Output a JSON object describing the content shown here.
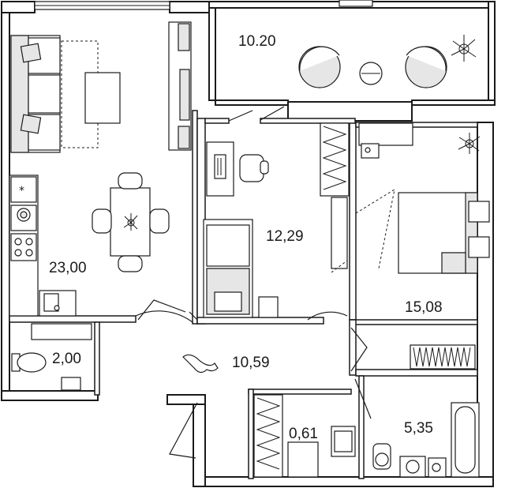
{
  "rooms": {
    "living_kitchen": {
      "area": "23,00"
    },
    "balcony": {
      "area": "10.20"
    },
    "study": {
      "area": "12,29"
    },
    "bedroom": {
      "area": "15,08"
    },
    "wc": {
      "area": "2,00"
    },
    "hall": {
      "area": "10,59"
    },
    "closet": {
      "area": "0,61"
    },
    "bathroom": {
      "area": "5,35"
    }
  }
}
